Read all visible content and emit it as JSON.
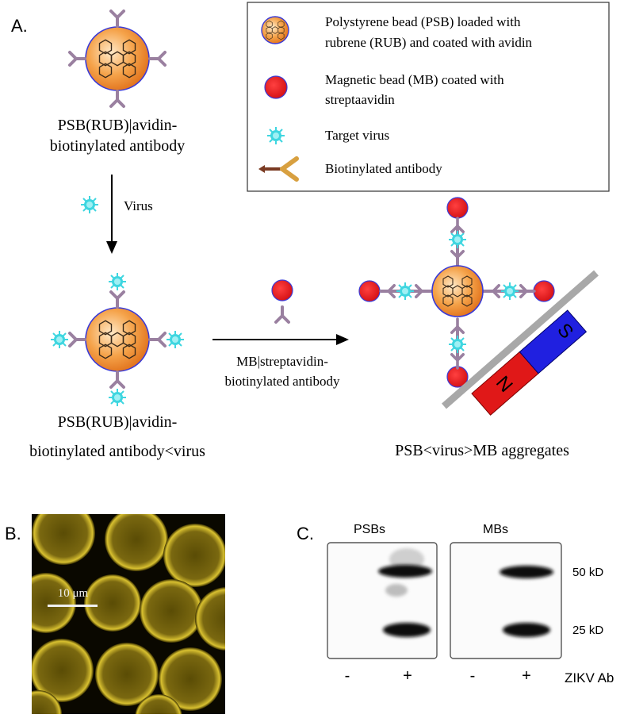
{
  "panel_a": {
    "label": "A.",
    "legend": {
      "psb_line1": "Polystyrene bead (PSB) loaded with",
      "psb_line2": "rubrene (RUB) and coated with avidin",
      "mb_line1": "Magnetic bead (MB) coated with",
      "mb_line2": "streptaavidin",
      "virus": "Target virus",
      "antibody": "Biotinylated antibody"
    },
    "step1_caption_line1": "PSB(RUB)|avidin-",
    "step1_caption_line2": "biotinylated antibody",
    "virus_arrow_label": "Virus",
    "step2_caption_line1": "PSB(RUB)|avidin-",
    "step2_caption_line2": "biotinylated antibody<virus",
    "mb_arrow_line1": "MB|streptavidin-",
    "mb_arrow_line2": "biotinylated antibody",
    "magnet_s": "S",
    "magnet_n": "N",
    "aggregate_caption": "PSB<virus>MB aggregates"
  },
  "panel_b": {
    "label": "B.",
    "scale_bar": "10 μm"
  },
  "panel_c": {
    "label": "C.",
    "lane_group_1": "PSBs",
    "lane_group_2": "MBs",
    "marker_50": "50 kD",
    "marker_25": "25 kD",
    "lane_signs": [
      "-",
      "+",
      "-",
      "+"
    ],
    "axis_label": "ZIKV Ab"
  },
  "colors": {
    "psb_orange": "#f08a2a",
    "bead_outline": "#3b3bd6",
    "mb_red": "#e8161b",
    "virus_cyan": "#3fd6e0",
    "antibody_purple": "#9a80a0",
    "magnet_blue": "#2020e0",
    "magnet_red": "#e01818",
    "fluor_yellow": "#d8c020"
  }
}
